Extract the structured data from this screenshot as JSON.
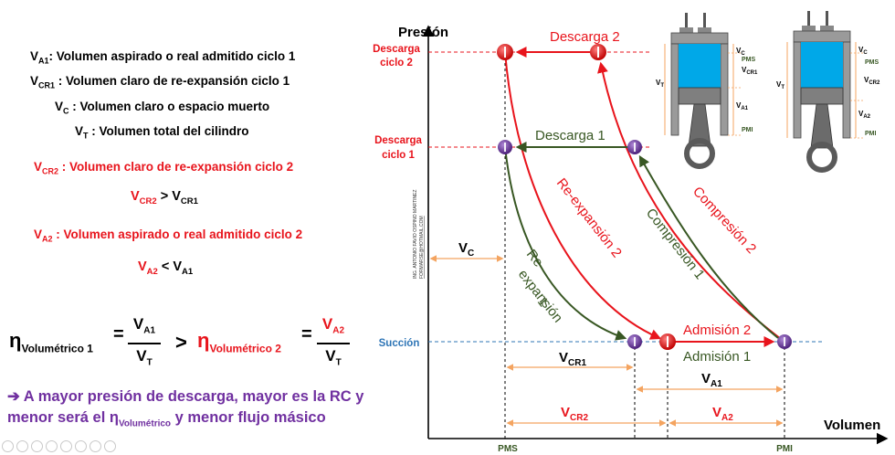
{
  "definitions": {
    "va1_sym": "V",
    "va1_sub": "A1",
    "va1_text": ": Volumen aspirado o real admitido ciclo 1",
    "vcr1_sym": "V",
    "vcr1_sub": "CR1",
    "vcr1_text": " : Volumen claro de re-expansión ciclo 1",
    "vc_sym": "V",
    "vc_sub": "C",
    "vc_text": " : Volumen claro o espacio muerto",
    "vt_sym": "V",
    "vt_sub": "T",
    "vt_text": " : Volumen total del cilindro",
    "vcr2_sym": "V",
    "vcr2_sub": "CR2",
    "vcr2_text": " : Volumen claro de re-expansión ciclo 2",
    "va2_sym": "V",
    "va2_sub": "A2",
    "va2_text": " : Volumen aspirado o real admitido ciclo 2"
  },
  "comparisons": {
    "c1_left_sub": "CR2",
    "c1_op": " > ",
    "c1_right_sub": "CR1",
    "c2_left_sub": "A2",
    "c2_op": " < ",
    "c2_right_sub": "A1"
  },
  "equation": {
    "eta": "η",
    "eta1_sub": "Volumétrico 1",
    "equals": "=",
    "num1": "V",
    "num1_sub": "A1",
    "den1": "V",
    "den1_sub": "T",
    "gt": ">",
    "eta2_sub": "Volumétrico 2",
    "num2": "V",
    "num2_sub": "A2",
    "den2": "V",
    "den2_sub": "T"
  },
  "conclusion": {
    "arrow": "➔",
    "line1": " A mayor presión de descarga, mayor es la RC y",
    "line2a": "menor será el η",
    "line2_sub": "Volumétrico",
    "line2b": "  y menor flujo másico"
  },
  "diagram": {
    "y_axis_label": "Presión",
    "x_axis_label": "Volumen",
    "p_descarga2_l1": "Descarga",
    "p_descarga2_l2": "ciclo 2",
    "p_descarga1_l1": "Descarga",
    "p_descarga1_l2": "ciclo 1",
    "p_succion": "Succión",
    "x_pms": "PMS",
    "x_pmi": "PMI",
    "descarga2": "Descarga 2",
    "descarga1": "Descarga 1",
    "reexp2": "Re-expansión 2",
    "reexp1_l1": "Re-",
    "reexp1_l2": "expansión",
    "reexp1_l3": "1",
    "comp1": "Compresión 1",
    "comp2": "Compresión 2",
    "adm2": "Admisión 2",
    "adm1": "Admisión 1",
    "vc_sym": "V",
    "vc_sub": "C",
    "vcr1_sym": "V",
    "vcr1_sub": "CR1",
    "va1_sym": "V",
    "va1_sub": "A1",
    "vcr2_sym": "V",
    "vcr2_sub": "CR2",
    "va2_sym": "V",
    "va2_sub": "A2",
    "author_l1": "ING. ANTONIO FAVIO OSPINO MARTINEZ",
    "author_l2": "FORMARSE@HOTMAIL.COM"
  },
  "cylinder1": {
    "vc": "V",
    "vc_sub": "C",
    "pms": "PMS",
    "vcr": "V",
    "vcr_sub": "CR1",
    "vt": "V",
    "vt_sub": "T",
    "va": "V",
    "va_sub": "A1",
    "pmi": "PMI"
  },
  "cylinder2": {
    "vc": "V",
    "vc_sub": "C",
    "pms": "PMS",
    "vcr": "V",
    "vcr_sub": "CR2",
    "vt": "V",
    "vt_sub": "T",
    "va": "V",
    "va_sub": "A2",
    "pmi": "PMI"
  },
  "colors": {
    "red": "#e8141c",
    "green": "#385723",
    "purple": "#7030a0",
    "orange": "#f4a460",
    "blue_dash": "#2e75b6",
    "cyl_blue": "#00a8e8"
  }
}
